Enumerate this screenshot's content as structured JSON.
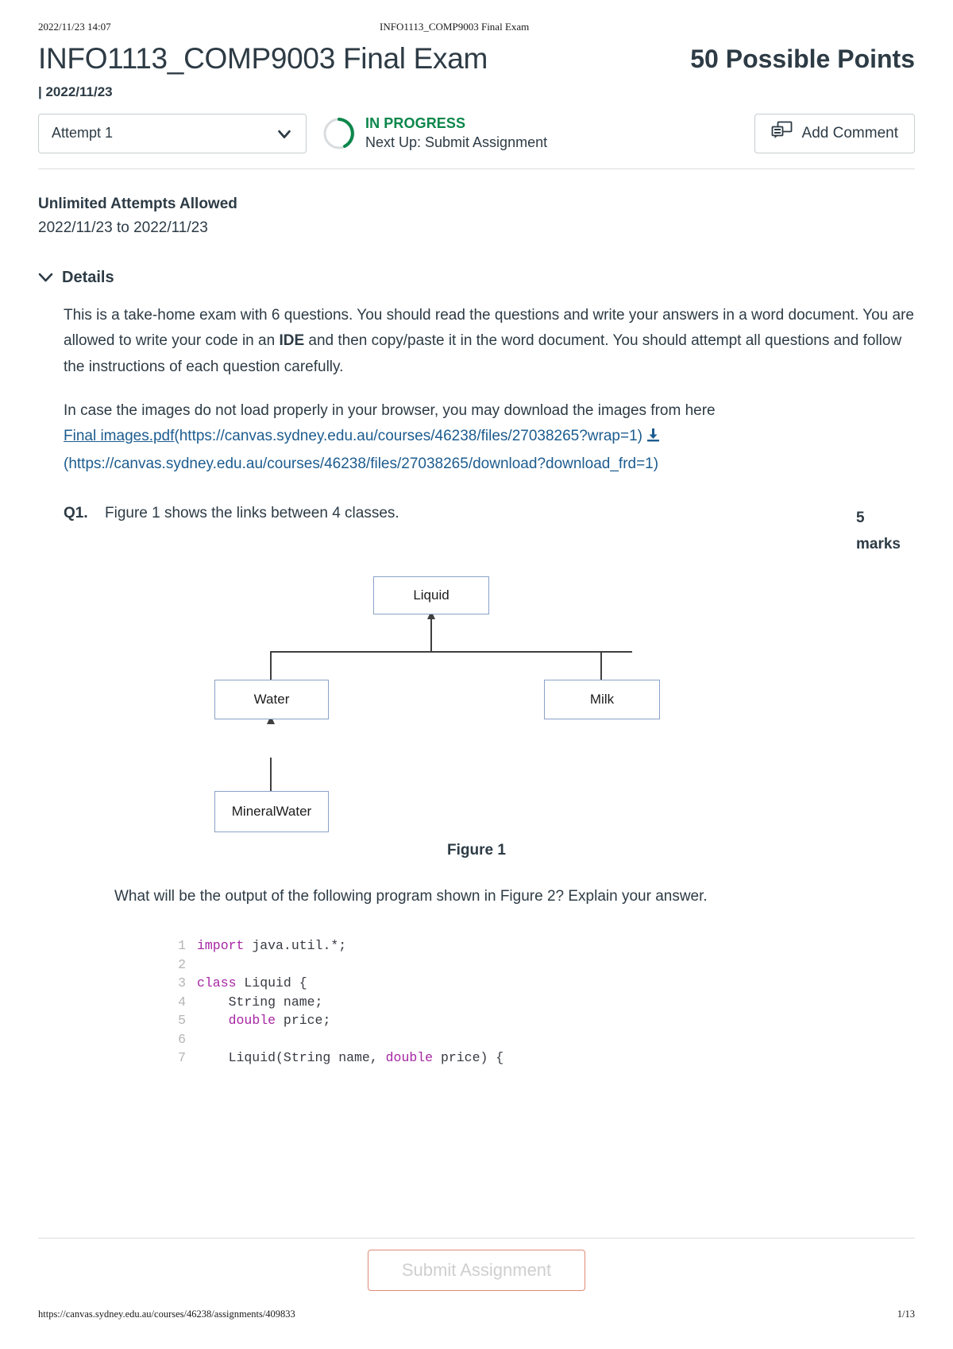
{
  "print_header": {
    "timestamp": "2022/11/23 14:07",
    "doc_title": "INFO1113_COMP9003 Final Exam"
  },
  "header": {
    "title": "INFO1113_COMP9003 Final Exam",
    "possible_points": "50 Possible Points",
    "due_line": "| 2022/11/23"
  },
  "toolbar": {
    "attempt_selected": "Attempt 1",
    "status_label": "IN PROGRESS",
    "status_next_up": "Next Up: Submit Assignment",
    "add_comment_label": "Add Comment",
    "status_color": "#0b874b"
  },
  "attempts": {
    "heading": "Unlimited Attempts Allowed",
    "dates": "2022/11/23 to 2022/11/23"
  },
  "details": {
    "toggle_label": "Details",
    "paragraph1_a": "This is a take-home exam with 6 questions. You should read the questions and write your answers in a word document. You are allowed to write your code in an ",
    "paragraph1_bold": "IDE",
    "paragraph1_b": " and then copy/paste it in the word document. You should attempt all questions and follow the instructions of each question carefully.",
    "paragraph2_intro": "In case the images do not load properly in your browser, you may download the images from here ",
    "link_label": "Final images.pdf",
    "link_url_inline": "(https://canvas.sydney.edu.au/courses/46238/files/27038265?wrap=1)",
    "download_url": "(https://canvas.sydney.edu.au/courses/46238/files/27038265/download?download_frd=1)"
  },
  "question": {
    "number": "Q1.",
    "text": "Figure 1 shows the links between 4 classes.",
    "marks_value": "5",
    "marks_unit": "marks",
    "prompt": "What will be the output of the following program shown in Figure 2? Explain your answer."
  },
  "figure": {
    "caption": "Figure 1",
    "boxes": [
      {
        "id": "liquid",
        "label": "Liquid"
      },
      {
        "id": "water",
        "label": "Water"
      },
      {
        "id": "milk",
        "label": "Milk"
      },
      {
        "id": "mineralwater",
        "label": "MineralWater"
      }
    ]
  },
  "code": {
    "lines": [
      {
        "n": "1",
        "segments": [
          {
            "t": "import",
            "c": "kw"
          },
          {
            "t": " java.util.*;",
            "c": "tx"
          }
        ]
      },
      {
        "n": "2",
        "segments": [
          {
            "t": "",
            "c": "tx"
          }
        ]
      },
      {
        "n": "3",
        "segments": [
          {
            "t": "class",
            "c": "kw"
          },
          {
            "t": " Liquid {",
            "c": "tx"
          }
        ]
      },
      {
        "n": "4",
        "segments": [
          {
            "t": "    String name;",
            "c": "tx"
          }
        ]
      },
      {
        "n": "5",
        "segments": [
          {
            "t": "    ",
            "c": "tx"
          },
          {
            "t": "double",
            "c": "kw"
          },
          {
            "t": " price;",
            "c": "tx"
          }
        ]
      },
      {
        "n": "6",
        "segments": [
          {
            "t": "",
            "c": "tx"
          }
        ]
      },
      {
        "n": "7",
        "segments": [
          {
            "t": "    Liquid(String name, ",
            "c": "tx"
          },
          {
            "t": "double",
            "c": "kw"
          },
          {
            "t": " price) {",
            "c": "tx"
          }
        ]
      }
    ]
  },
  "footer": {
    "submit_label": "Submit Assignment",
    "url": "https://canvas.sydney.edu.au/courses/46238/assignments/409833",
    "page_number": "1/13"
  }
}
